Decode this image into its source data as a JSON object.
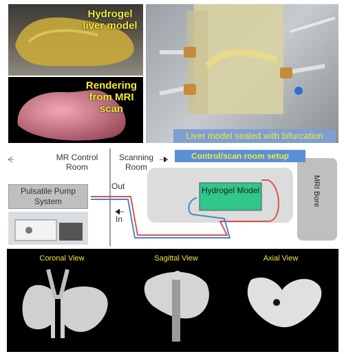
{
  "photos": {
    "hydrogel_label": "Hydrogel liver model",
    "rendering_label": "Rendering from MRI scan",
    "sealed_caption": "Liver model sealed with bifurcation"
  },
  "setup": {
    "mr_control_room": "MR Control Room",
    "scanning_room": "Scanning Room",
    "setup_title": "Control/scan room setup",
    "pump_label": "Pulsatile Pump System",
    "out_label": "Out",
    "in_label": "In",
    "model_label": "Hydrogel Model",
    "mri_bore_label": "MRI Bore"
  },
  "views": {
    "coronal": "Coronal View",
    "sagittal": "Sagittal View",
    "axial": "Axial View"
  },
  "colors": {
    "model_green": "#2fc78a",
    "out_line": "#d9534f",
    "in_line": "#4a86c8",
    "label_yellow": "#f3e83a",
    "caption_blue": "#7f9fd0"
  }
}
